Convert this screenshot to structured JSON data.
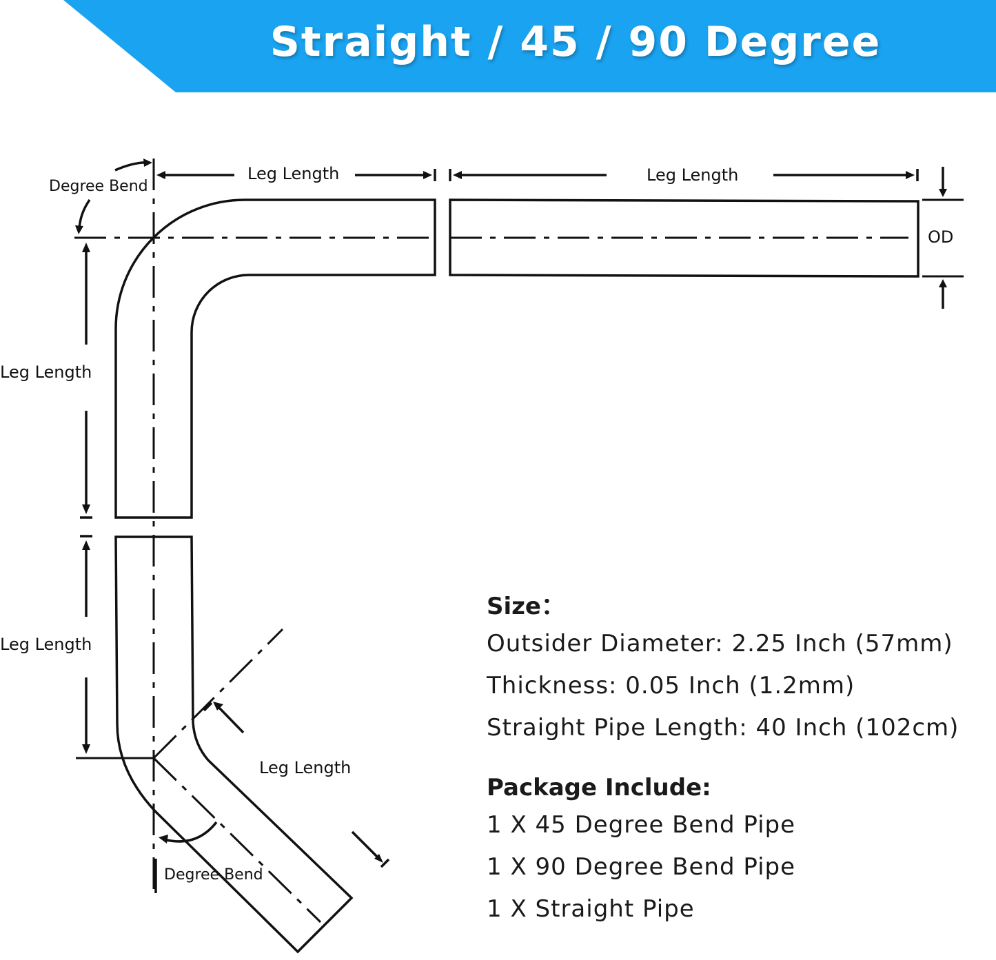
{
  "banner": {
    "title": "Straight / 45 / 90 Degree",
    "color": "#1aa3f0"
  },
  "diagram": {
    "labels": {
      "degree_bend_top": "Degree Bend",
      "leg_length_top_left": "Leg Length",
      "leg_length_top_right": "Leg Length",
      "od": "OD",
      "leg_length_left_upper": "Leg Length",
      "leg_length_left_lower": "Leg Length",
      "leg_length_diagonal": "Leg Length",
      "degree_bend_bottom": "Degree Bend"
    }
  },
  "specs": {
    "size_heading": "Size：",
    "outside_diameter": "Outsider Diameter: 2.25 Inch (57mm)",
    "thickness": "Thickness: 0.05 Inch (1.2mm)",
    "straight_length": "Straight Pipe Length: 40 Inch  (102cm)",
    "package_heading": "Package Include:",
    "package_items": [
      "1 X 45 Degree Bend Pipe",
      "1 X 90 Degree Bend Pipe",
      "1 X Straight Pipe"
    ]
  }
}
